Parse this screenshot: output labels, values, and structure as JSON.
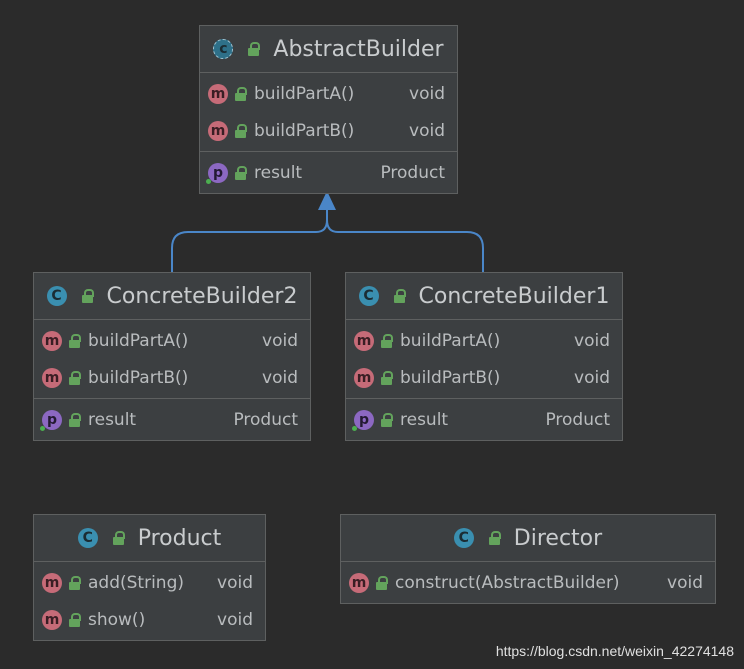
{
  "colors": {
    "background": "#2b2b2b",
    "class_box": "#3c3f41",
    "border": "#5e6060",
    "inheritance_arrow": "#4a86c8",
    "class_badge": "#3a8fb0",
    "method_badge": "#c66b78",
    "property_badge": "#8c68c2",
    "lock": "#63a35c"
  },
  "icons": {
    "class": "class-icon",
    "abstract_class": "abstract-class-icon",
    "method": "method-icon",
    "property": "property-icon",
    "visibility": "public-lock-icon"
  },
  "classes": {
    "abstract_builder": {
      "name": "AbstractBuilder",
      "badge": "C",
      "methods": [
        {
          "badge": "m",
          "name": "buildPartA()",
          "type": "void"
        },
        {
          "badge": "m",
          "name": "buildPartB()",
          "type": "void"
        }
      ],
      "fields": [
        {
          "badge": "p",
          "name": "result",
          "type": "Product"
        }
      ]
    },
    "concrete_builder2": {
      "name": "ConcreteBuilder2",
      "badge": "C",
      "methods": [
        {
          "badge": "m",
          "name": "buildPartA()",
          "type": "void"
        },
        {
          "badge": "m",
          "name": "buildPartB()",
          "type": "void"
        }
      ],
      "fields": [
        {
          "badge": "p",
          "name": "result",
          "type": "Product"
        }
      ]
    },
    "concrete_builder1": {
      "name": "ConcreteBuilder1",
      "badge": "C",
      "methods": [
        {
          "badge": "m",
          "name": "buildPartA()",
          "type": "void"
        },
        {
          "badge": "m",
          "name": "buildPartB()",
          "type": "void"
        }
      ],
      "fields": [
        {
          "badge": "p",
          "name": "result",
          "type": "Product"
        }
      ]
    },
    "product": {
      "name": "Product",
      "badge": "C",
      "methods": [
        {
          "badge": "m",
          "name": "add(String)",
          "type": "void"
        },
        {
          "badge": "m",
          "name": "show()",
          "type": "void"
        }
      ]
    },
    "director": {
      "name": "Director",
      "badge": "C",
      "methods": [
        {
          "badge": "m",
          "name": "construct(AbstractBuilder)",
          "type": "void"
        }
      ]
    }
  },
  "relations": [
    {
      "type": "inheritance",
      "from": "ConcreteBuilder2",
      "to": "AbstractBuilder"
    },
    {
      "type": "inheritance",
      "from": "ConcreteBuilder1",
      "to": "AbstractBuilder"
    }
  ],
  "watermark": "https://blog.csdn.net/weixin_42274148"
}
